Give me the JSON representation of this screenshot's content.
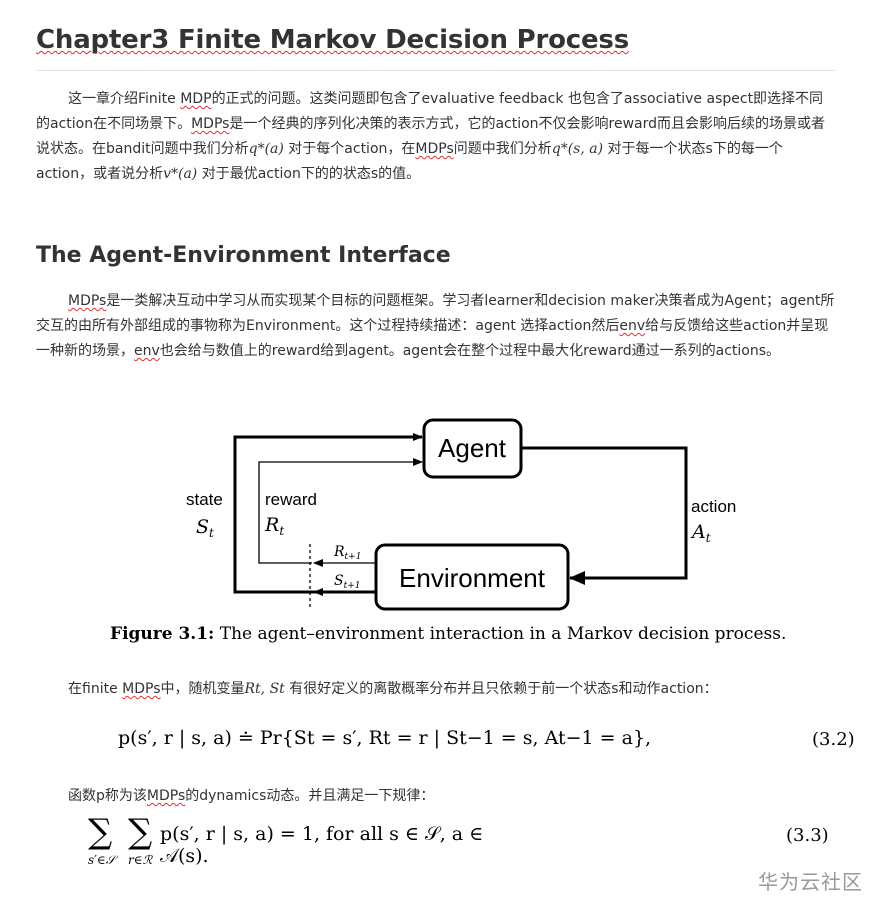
{
  "title": "Chapter3 Finite Markov Decision Process",
  "intro": {
    "seg1": "这一章介绍Finite ",
    "mdp1": "MDP",
    "seg2": "的正式的问题。这类问题即包含了evaluative feedback 也包含了associative aspect即选择不同的action在不同场景下。",
    "mdps1": "MDPs",
    "seg3": "是一个经典的序列化决策的表示方式，它的action不仅会影响reward而且会影响后续的场景或者说状态。在bandit问题中我们分析",
    "math1": "q*(a)",
    "seg4": " 对于每个action，在",
    "mdps2": "MDPs",
    "seg5": "问题中我们分析",
    "math2": "q*(s, a)",
    "seg6": " 对于每一个状态s下的每一个action，或者说分析",
    "math3": "v*(a)",
    "seg7": " 对于最优action下的的状态s的值。"
  },
  "section_title": "The Agent-Environment Interface",
  "interface_para": {
    "mdps": "MDPs",
    "seg1": "是一类解决互动中学习从而实现某个目标的问题框架。学习者learner和decision maker决策者成为Agent；agent所交互的由所有外部组成的事物称为Environment。这个过程持续描述：agent 选择action然后",
    "env1": "env",
    "seg2": "给与反馈给这些action并呈现一种新的场景，",
    "env2": "env",
    "seg3": "也会给与数值上的reward给到agent。agent会在整个过程中最大化reward通过一系列的actions。"
  },
  "diagram": {
    "agent_label": "Agent",
    "environment_label": "Environment",
    "state_label": "state",
    "state_symbol": "S",
    "state_sub": "t",
    "reward_label": "reward",
    "reward_symbol": "R",
    "reward_sub": "t",
    "action_label": "action",
    "action_symbol": "A",
    "action_sub": "t",
    "next_reward_symbol": "R",
    "next_reward_sub": "t+1",
    "next_state_symbol": "S",
    "next_state_sub": "t+1"
  },
  "caption": {
    "label": "Figure 3.1:",
    "text": " The agent–environment interaction in a Markov decision process."
  },
  "finite_line": {
    "seg1": "在finite ",
    "mdps": "MDPs",
    "seg2": "中，随机变量",
    "math": "Rt, St",
    "seg3": " 有很好定义的离散概率分布并且只依赖于前一个状态s和动作action："
  },
  "eq32": {
    "expr": "p(s′, r | s, a)  ≐  Pr{St = s′, Rt = r | St−1 = s, At−1 = a},",
    "number": "(3.2)"
  },
  "dynamics_line": {
    "seg1": "函数p称为该",
    "mdps": "MDPs",
    "seg2": "的dynamics动态。并且满足一下规律："
  },
  "eq33": {
    "expr": "p(s′, r | s, a) = 1,  for all s ∈ 𝒮, a ∈ 𝒜(s).",
    "sum1_sub": "s′∈𝒮",
    "sum2_sub": "r∈ℛ",
    "number": "(3.3)"
  },
  "watermark": "华为云社区"
}
